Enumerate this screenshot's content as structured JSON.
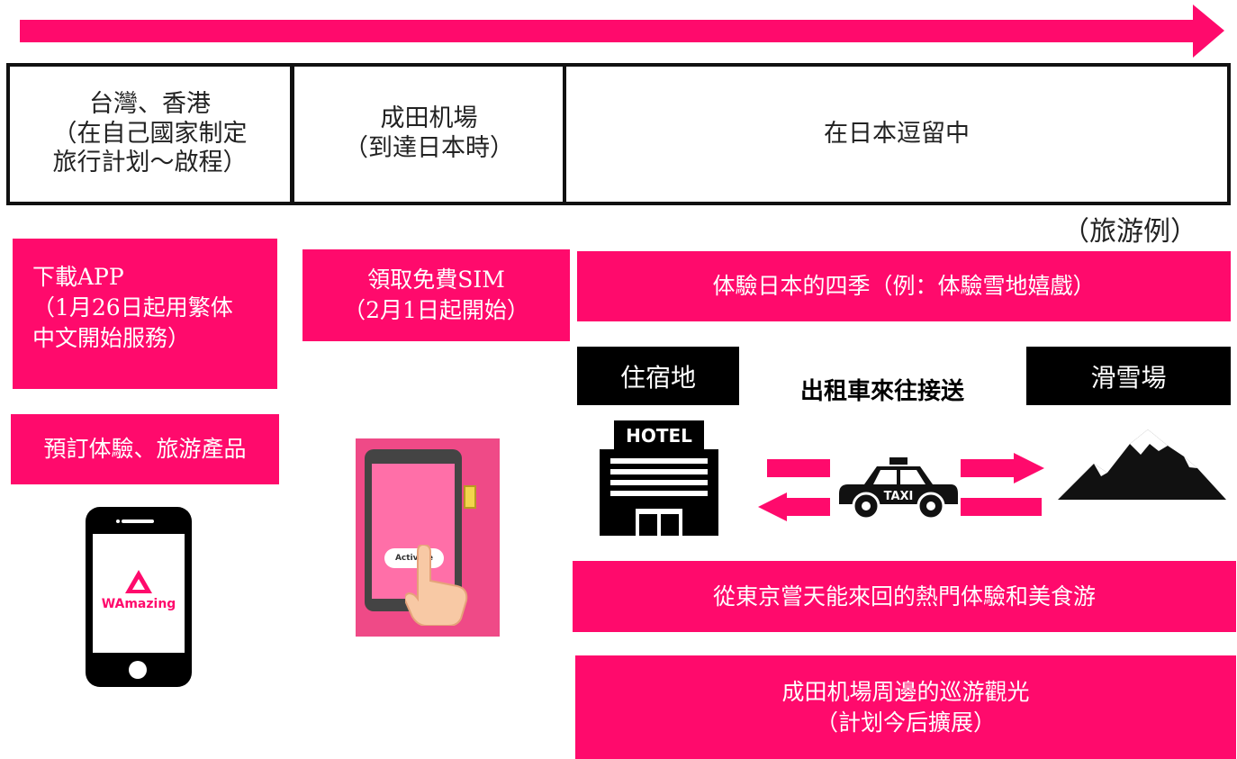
{
  "timeline": {
    "stages": [
      {
        "lines": [
          "台灣、香港",
          "（在自己國家制定",
          "旅行計划～啟程）"
        ]
      },
      {
        "lines": [
          "成田机場",
          "（到達日本時）"
        ]
      },
      {
        "lines": [
          "在日本逗留中"
        ]
      }
    ]
  },
  "example_label": "（旅游例）",
  "column1": {
    "download_lines": [
      "下載APP",
      "（1月26日起用繁体",
      "中文開始服務）"
    ],
    "booking": "預訂体驗、旅游產品",
    "app_logo_text": "WAmazing"
  },
  "column2": {
    "sim_lines": [
      "領取免費SIM",
      "（2月1日起開始）"
    ],
    "activate_button": "Activate"
  },
  "column3": {
    "seasons": "体驗日本的四季（例：体驗雪地嬉戲）",
    "lodging": "住宿地",
    "taxi_transfer": "出租車來往接送",
    "ski_resort": "滑雪場",
    "hotel_sign": "HOTEL",
    "taxi_sign": "TAXI",
    "tokyo_day_trip": "從東京嘗天能來回的熱門体驗和美食游",
    "narita_lines": [
      "成田机場周邊的巡游觀光",
      "（計划今后擴展）"
    ]
  },
  "colors": {
    "accent": "#ff0a6c",
    "border": "#111111",
    "dark": "#000000"
  }
}
